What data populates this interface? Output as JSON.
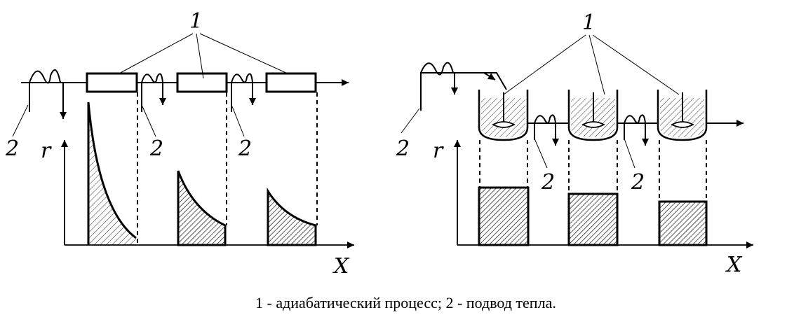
{
  "labels": {
    "one": "1",
    "two": "2",
    "r": "r",
    "x": "X"
  },
  "caption": "1 - адиабатический процесс; 2 - подвод тепла."
}
